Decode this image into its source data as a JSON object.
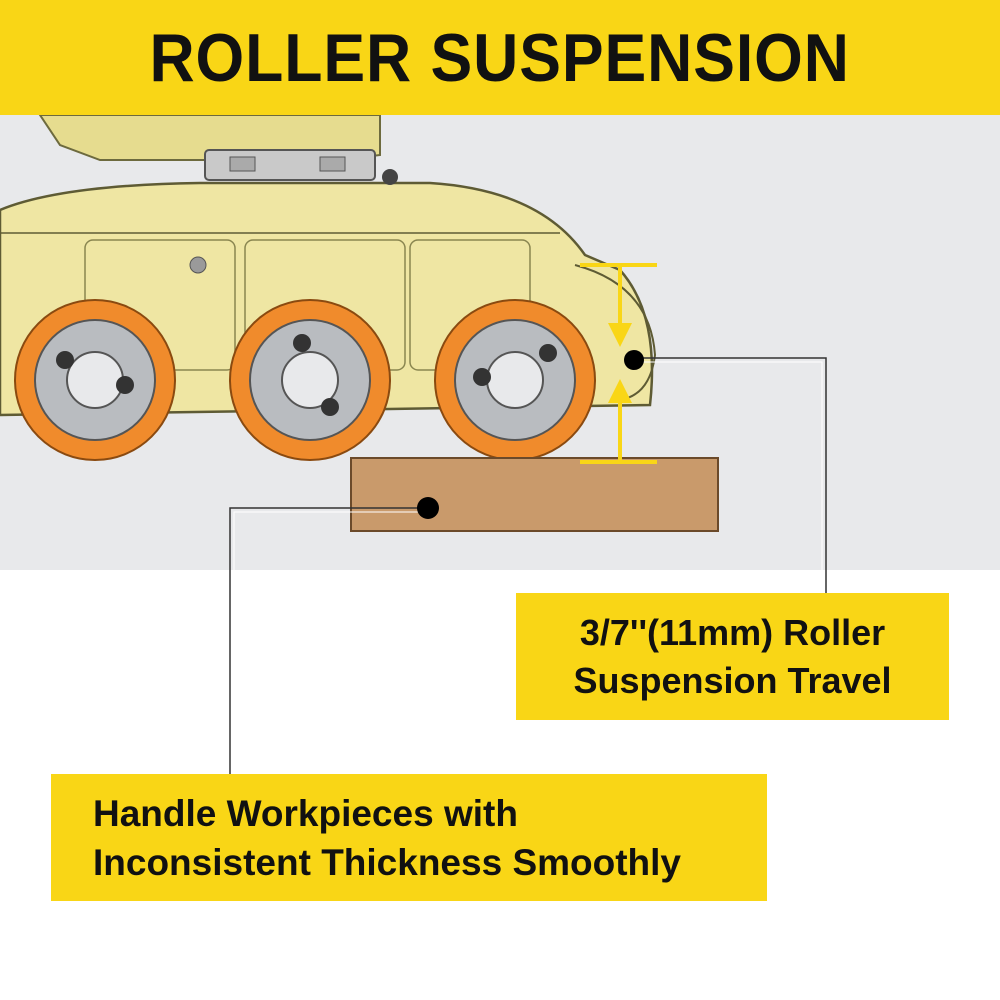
{
  "header": {
    "title": "ROLLER SUSPENSION"
  },
  "callouts": {
    "travel": {
      "line1": "3/7''(11mm)  Roller",
      "line2": "Suspension Travel"
    },
    "handle": {
      "line1": "Handle Workpieces with",
      "line2": "Inconsistent Thickness Smoothly"
    }
  },
  "colors": {
    "accent_yellow": "#f9d616",
    "housing": "#efe6a3",
    "roller_orange": "#f08b2c",
    "workpiece": "#c99a6b",
    "background": "#e8e9eb"
  },
  "icons": [
    "double-arrow-icon",
    "leader-dot-icon"
  ]
}
